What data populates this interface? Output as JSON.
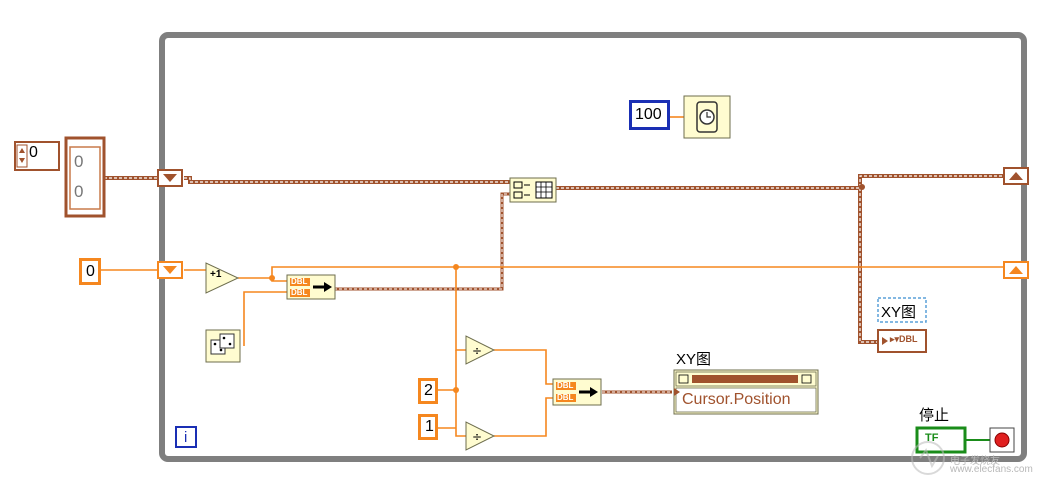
{
  "loop": {
    "iteration_label": "i",
    "frame_color": "#7f7f7f",
    "iteration_color": "#1a2fb4"
  },
  "constants": {
    "init_array_index": "0",
    "init_array_values": [
      "0",
      "0"
    ],
    "init_scalar": "0",
    "wait_ms": "100",
    "divisor_a": "2",
    "divisor_b": "1"
  },
  "nodes": {
    "increment_label": "+1",
    "build_cluster_labels": [
      "DBL",
      "DBL"
    ]
  },
  "xy_graph_indicator": {
    "label": "XY图",
    "terminal_text": "▸▾DBL"
  },
  "property_node": {
    "label": "XY图",
    "property": "Cursor.Position"
  },
  "stop": {
    "label": "停止",
    "terminal_text": "TF"
  },
  "watermark": {
    "text": "www.elecfans.com",
    "subtext": "电子发烧友"
  },
  "colors": {
    "wire_dbl": "#f5871f",
    "wire_array": "#a0522d",
    "wire_array_light": "#c87a4a",
    "numeric_const_border": "#f5871f",
    "int_const_border": "#1a2fb4",
    "boolean_green": "#1a8c1a",
    "stop_red": "#e02020"
  }
}
